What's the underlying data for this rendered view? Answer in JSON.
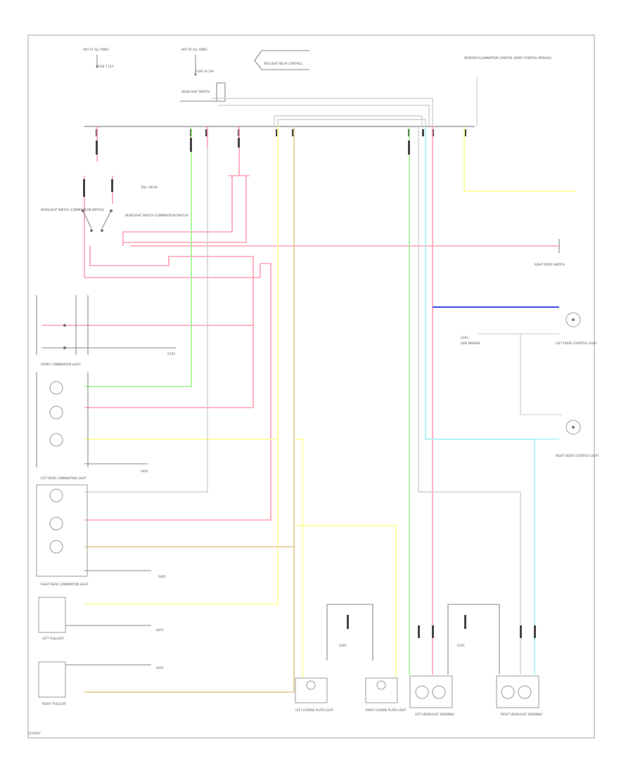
{
  "diagram": {
    "top_labels": {
      "fuse_a": "HOT AT ALL TIMES",
      "fuse_b": "HOT AT ALL TIMES",
      "fuse_a_id": "FUSE 5 15A",
      "fuse_b_id": "FUSE 19 10A",
      "taillight_relay": "TAILLIGHT RELAY CONTROL",
      "headlight_switch": "HEADLIGHT SWITCH",
      "right_note": "INTERIOR ILLUMINATION CONTROL (BODY CONTROL MODULE)"
    },
    "switches": {
      "left_switch": "HEADLIGHT SWITCH (COMBINATION SWITCH)",
      "right_switch": "HEADLIGHT SWITCH (COMBINATION SWITCH)",
      "key": "TAIL / HEAD"
    },
    "right_components": {
      "door_switch": "RIGHT DOOR SWITCH",
      "left_door_light": "LEFT DOOR COURTESY LIGHT",
      "right_door_light": "RIGHT DOOR COURTESY LIGHT",
      "ground_a": "G203",
      "ground_b": "SIDE MARKER"
    },
    "left_components": {
      "front_combo": "FRONT COMBINATION LIGHT",
      "left_rear_combo": "LEFT REAR COMBINATION LIGHT",
      "right_rear_combo": "RIGHT REAR COMBINATION LIGHT",
      "left_taillight": "LEFT TAILLIGHT",
      "right_taillight": "RIGHT TAILLIGHT",
      "ground_1": "G103",
      "ground_2": "G401",
      "ground_3": "G401",
      "ground_4": "G401",
      "ground_5": "G401"
    },
    "bottom_components": {
      "left_license": "LEFT LICENSE PLATE LIGHT",
      "right_license": "RIGHT LICENSE PLATE LIGHT",
      "left_headlight": "LEFT HEADLIGHT ASSEMBLY",
      "right_headlight": "RIGHT HEADLIGHT ASSEMBLY",
      "ground_mid": "G401",
      "ground_right": "G101"
    },
    "footer_code": "1234567"
  }
}
